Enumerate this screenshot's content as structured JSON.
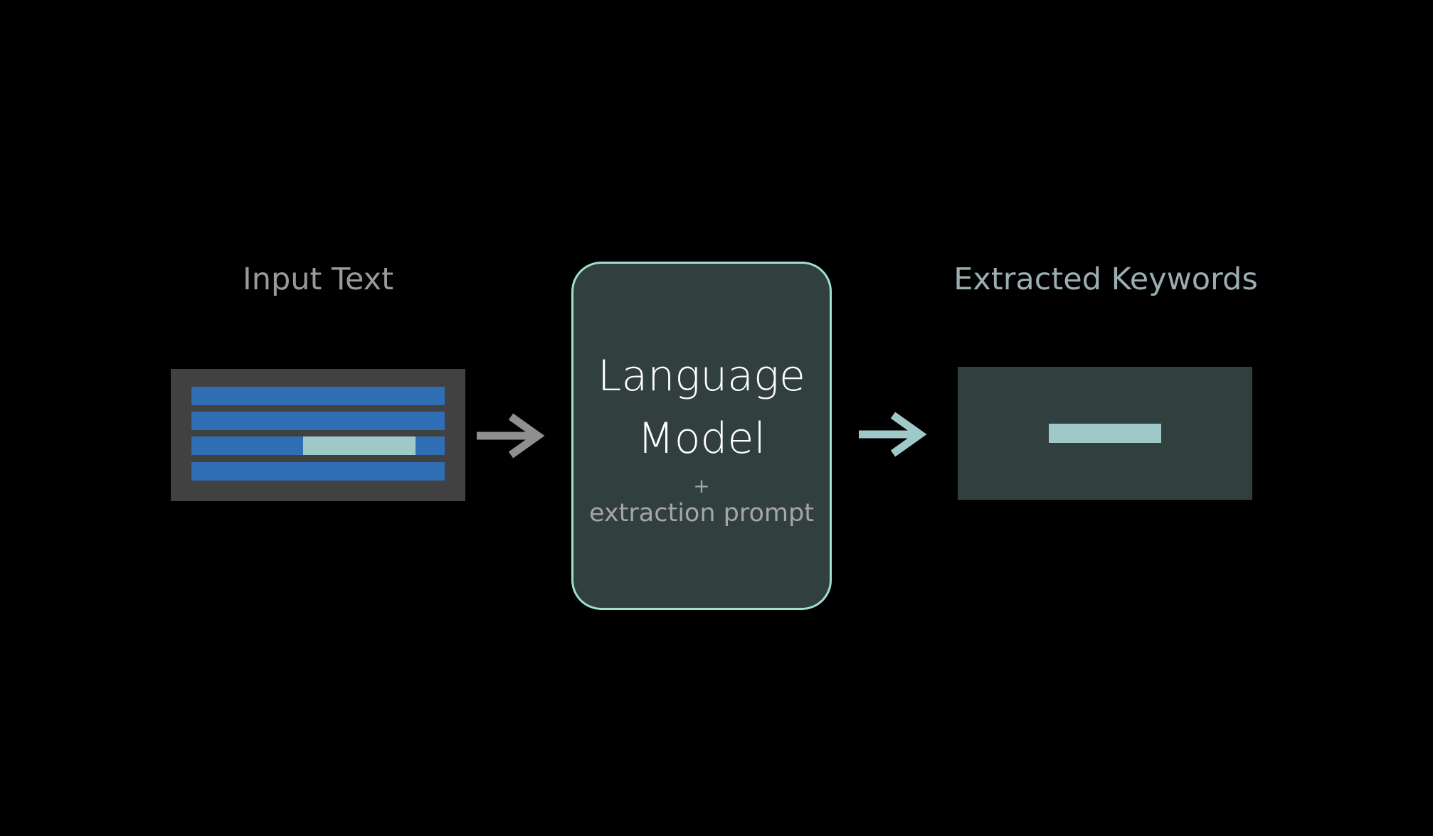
{
  "input": {
    "title": "Input Text",
    "line_count": 4,
    "highlighted_line": 3
  },
  "model": {
    "line1": "Language",
    "line2": "Model",
    "plus": "+",
    "prompt": "extraction prompt"
  },
  "output": {
    "title": "Extracted Keywords"
  },
  "colors": {
    "background": "#000000",
    "input_panel": "#414141",
    "text_line": "#2f6db5",
    "highlight": "#9fc9c8",
    "model_fill": "#323f3f",
    "model_border": "#9ee0cf",
    "arrow_in": "#8f8f8f",
    "arrow_out": "#9fc9c8"
  }
}
